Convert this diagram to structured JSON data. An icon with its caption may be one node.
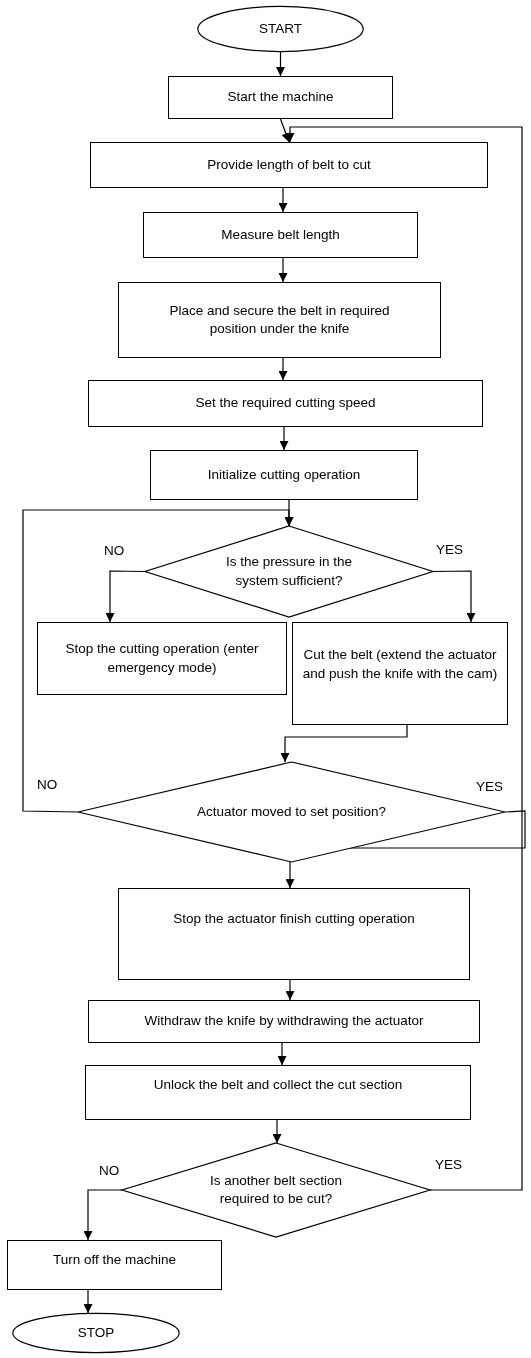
{
  "diagram": {
    "nodes": [
      {
        "text": [
          "START"
        ]
      },
      {
        "text": [
          "Start the machine"
        ]
      },
      {
        "text": [
          "Provide length of belt to cut"
        ]
      },
      {
        "text": [
          "Measure belt length"
        ]
      },
      {
        "text": [
          "Place and secure the belt in required position under the knife"
        ]
      },
      {
        "text": [
          "Set the required cutting speed"
        ]
      },
      {
        "text": [
          "Initialize cutting operation"
        ]
      },
      {
        "text": [
          "Is the pressure in the system sufficient?"
        ]
      },
      {
        "text": [
          "Stop the cutting operation (enter emergency mode)"
        ]
      },
      {
        "text": [
          "Cut the belt (extend the actuator and push the knife with the cam)"
        ]
      },
      {
        "text": [
          "Actuator moved to set position?"
        ]
      },
      {
        "text": [
          "Stop the actuator finish cutting operation"
        ]
      },
      {
        "text": [
          "Withdraw the knife by withdrawing the actuator"
        ]
      },
      {
        "text": [
          "Unlock the belt and collect the cut section"
        ]
      },
      {
        "text": [
          "Is another belt section required to be cut?"
        ]
      },
      {
        "text": [
          "Turn off the machine"
        ]
      },
      {
        "text": [
          "STOP"
        ]
      }
    ],
    "edges": [
      {
        "from": 0,
        "to": 1,
        "arrow": "to"
      },
      {
        "from": 1,
        "to": 2,
        "arrow": "to"
      },
      {
        "from": 2,
        "to": 3,
        "arrow": "to"
      },
      {
        "from": 3,
        "to": 4,
        "arrow": "to"
      },
      {
        "from": 4,
        "to": 5,
        "arrow": "to"
      },
      {
        "from": 5,
        "to": 6,
        "arrow": "to"
      },
      {
        "from": 6,
        "to": 7,
        "arrow": "to"
      },
      {
        "from": 7,
        "to": 8,
        "arrow": "to",
        "label": "NO"
      },
      {
        "from": 7,
        "to": 9,
        "arrow": "to",
        "label": "YES"
      },
      {
        "from": 9,
        "to": 10,
        "arrow": "to"
      },
      {
        "from": 10,
        "to": 7,
        "arrow": "to",
        "label": "NO"
      },
      {
        "from": 10,
        "to": 11,
        "arrow": "to",
        "label": "YES"
      },
      {
        "from": 11,
        "to": 12,
        "arrow": "to"
      },
      {
        "from": 12,
        "to": 13,
        "arrow": "to"
      },
      {
        "from": 13,
        "to": 14,
        "arrow": "to"
      },
      {
        "from": 14,
        "to": 15,
        "arrow": "to",
        "label": "NO"
      },
      {
        "from": 14,
        "to": 2,
        "arrow": "to",
        "label": "YES"
      },
      {
        "from": 15,
        "to": 16,
        "arrow": "to"
      }
    ]
  }
}
